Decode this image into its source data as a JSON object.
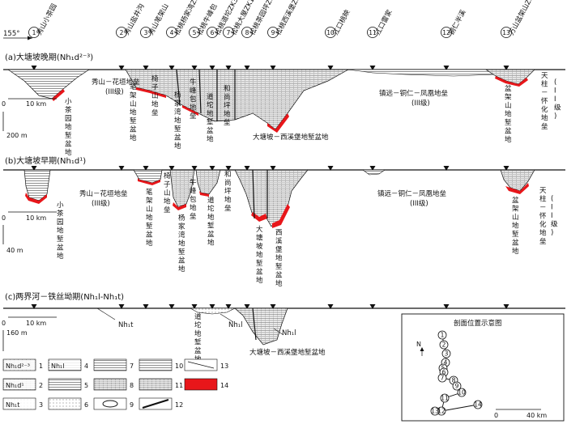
{
  "north_arrow": "155°",
  "stations": [
    {
      "num": "1",
      "name": "秀山小茶园"
    },
    {
      "num": "2",
      "name": "秀山盐井沟"
    },
    {
      "num": "3",
      "name": "秀山笔架山"
    },
    {
      "num": "4",
      "name": "松桃杨家湾ZK402"
    },
    {
      "num": "5",
      "name": "松桃牛峰包"
    },
    {
      "num": "6",
      "name": "松桃道坨ZK310"
    },
    {
      "num": "7",
      "name": "松桃大屋ZK108"
    },
    {
      "num": "8",
      "name": "松桃茶园坪ZK1703"
    },
    {
      "num": "9",
      "name": "松桃西溪堡ZK1010"
    },
    {
      "num": "10",
      "name": "江口桃映"
    },
    {
      "num": "11",
      "name": "江口雷家"
    },
    {
      "num": "12",
      "name": "铜仁半溪"
    },
    {
      "num": "13",
      "name": "万山盆架山ZK2201"
    }
  ],
  "panel_a": {
    "title": "(a)大塘坡晚期(Nh₁d²⁻³)",
    "scale_h": "10 km",
    "scale_h0": "0",
    "scale_v": "200 m",
    "labels": {
      "xiushan_huayuan": "秀山－花垣地垒",
      "iii1": "(III级)",
      "xiaochayuan": "小茶园地堑盆地",
      "bijiashan": "笔架山地堑盆地",
      "yiziashan": "椅子山地垒",
      "yangjiawan": "杨家湾地堑盆地",
      "niufengbao": "牛峰包地垒",
      "daotuo": "道坨地堑盆地",
      "hechaping": "和尚坪地垒",
      "datangpo_xixi": "大塘坡－西溪堡地堑盆地",
      "zhenyuan": "镇远－铜仁－凤凰地垒",
      "iii2": "(III级)",
      "penjiashan": "盆架山地堑盆地",
      "tianzhu": "天柱－怀化地垒",
      "ii": "(II级)"
    }
  },
  "panel_b": {
    "title": "(b)大塘坡早期(Nh₁d¹)",
    "scale_h": "10 km",
    "scale_h0": "0",
    "scale_v": "40 m",
    "labels": {
      "xiushan_huayuan": "秀山－花垣地垒",
      "iii1": "(III级)",
      "xiaochayuan": "小茶园地堑盆地",
      "bijiashan": "笔架山地堑盆地",
      "yiziashan": "椅子山地垒",
      "niufengbao": "牛峰包地垒",
      "yangjiawan": "杨家湾地堑盆地",
      "daotuo": "道坨地堑盆地",
      "hechaping": "和尚坪地垒",
      "datangpo": "大塘坡地堑盆地",
      "xixibao": "西溪堡地堑盆地",
      "zhenyuan": "镇远－铜仁－凤凰地垒",
      "iii2": "(III级)",
      "penjiashan": "盆架山地堑盆地",
      "tianzhu": "天柱－怀化地垒",
      "ii": "(II级)"
    }
  },
  "panel_c": {
    "title": "(c)两界河－铁丝坳期(Nh₁l-Nh₁t)",
    "scale_h": "10 km",
    "scale_h0": "0",
    "scale_v": "160 m",
    "labels": {
      "nh1t_a": "Nh₁t",
      "daotuo": "道坨地堑盆地",
      "nh1l_a": "Nh₁l",
      "nh1l_b": "Nh₁l",
      "datangpo_xixi": "大塘坡－西溪堡地堑盆地"
    }
  },
  "legend": {
    "items": [
      {
        "num": "1",
        "code": "Nh₁d²⁻³"
      },
      {
        "num": "2",
        "code": "Nh₁d¹"
      },
      {
        "num": "3",
        "code": "Nh₁t"
      },
      {
        "num": "4",
        "code": "Nh₁l"
      },
      {
        "num": "5",
        "code": ""
      },
      {
        "num": "6",
        "code": ""
      },
      {
        "num": "7",
        "code": ""
      },
      {
        "num": "8",
        "code": ""
      },
      {
        "num": "9",
        "code": ""
      },
      {
        "num": "10",
        "code": ""
      },
      {
        "num": "11",
        "code": ""
      },
      {
        "num": "12",
        "code": ""
      },
      {
        "num": "13",
        "code": ""
      },
      {
        "num": "14",
        "code": ""
      }
    ]
  },
  "inset": {
    "title": "剖面位置示意图",
    "north": "N",
    "scale0": "0",
    "scale1": "40 km",
    "points": [
      "1",
      "2",
      "3",
      "4",
      "5",
      "6",
      "7",
      "8",
      "9",
      "10",
      "11",
      "12",
      "13",
      "14"
    ]
  },
  "colors": {
    "red": "#e8161a",
    "line": "#111111"
  }
}
